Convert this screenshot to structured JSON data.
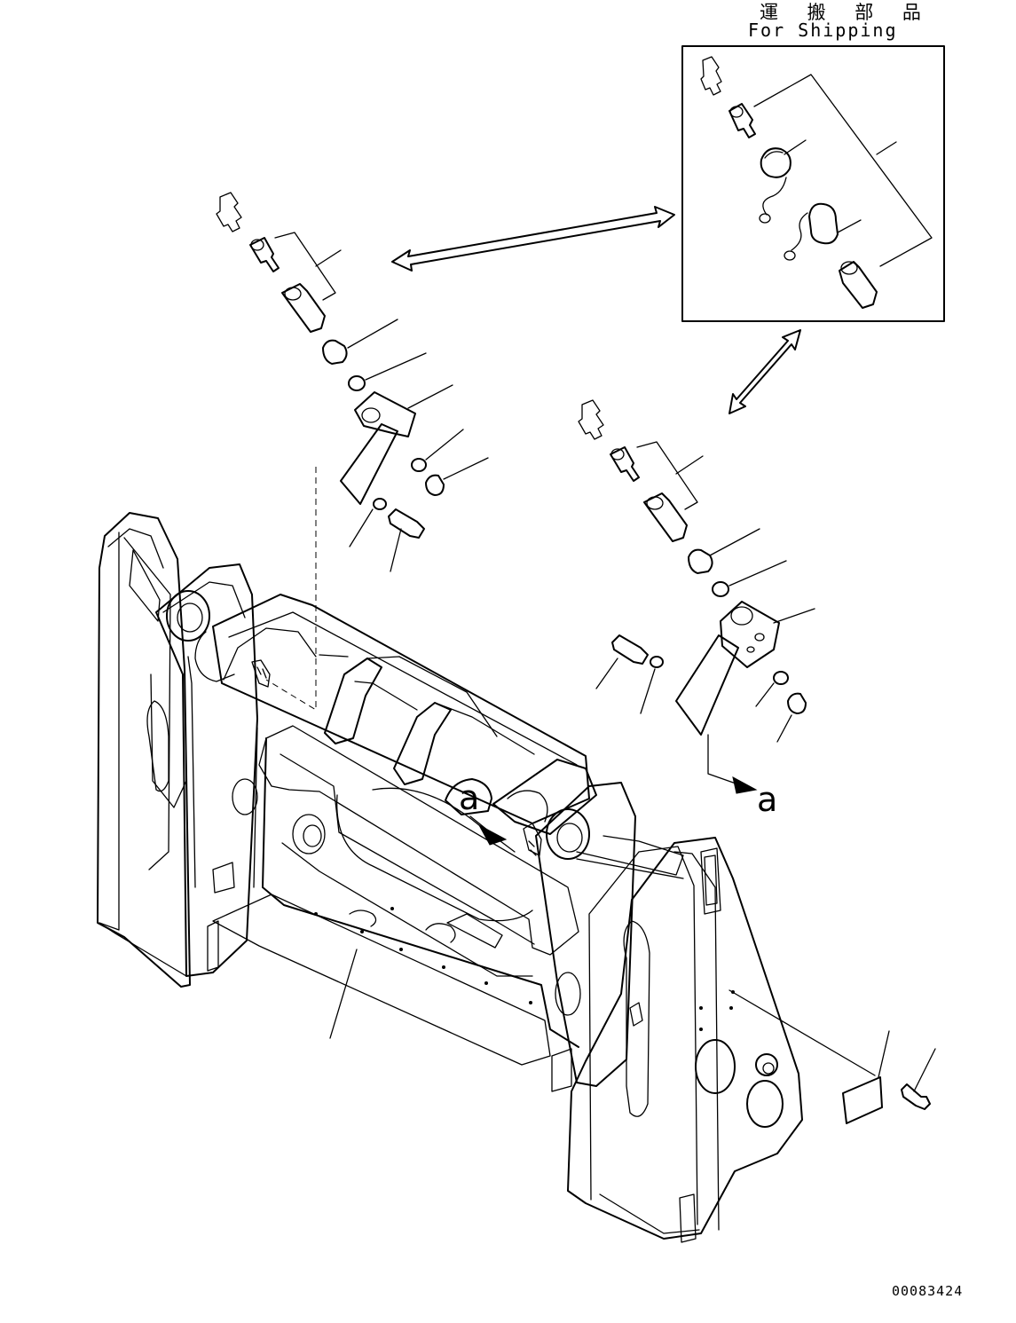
{
  "shipping_box": {
    "title_jp": "運 搬 部 品",
    "title_en": "For Shipping"
  },
  "references": {
    "view_a_marker": "a",
    "view_a_target": "a"
  },
  "drawing_number": "00083424"
}
